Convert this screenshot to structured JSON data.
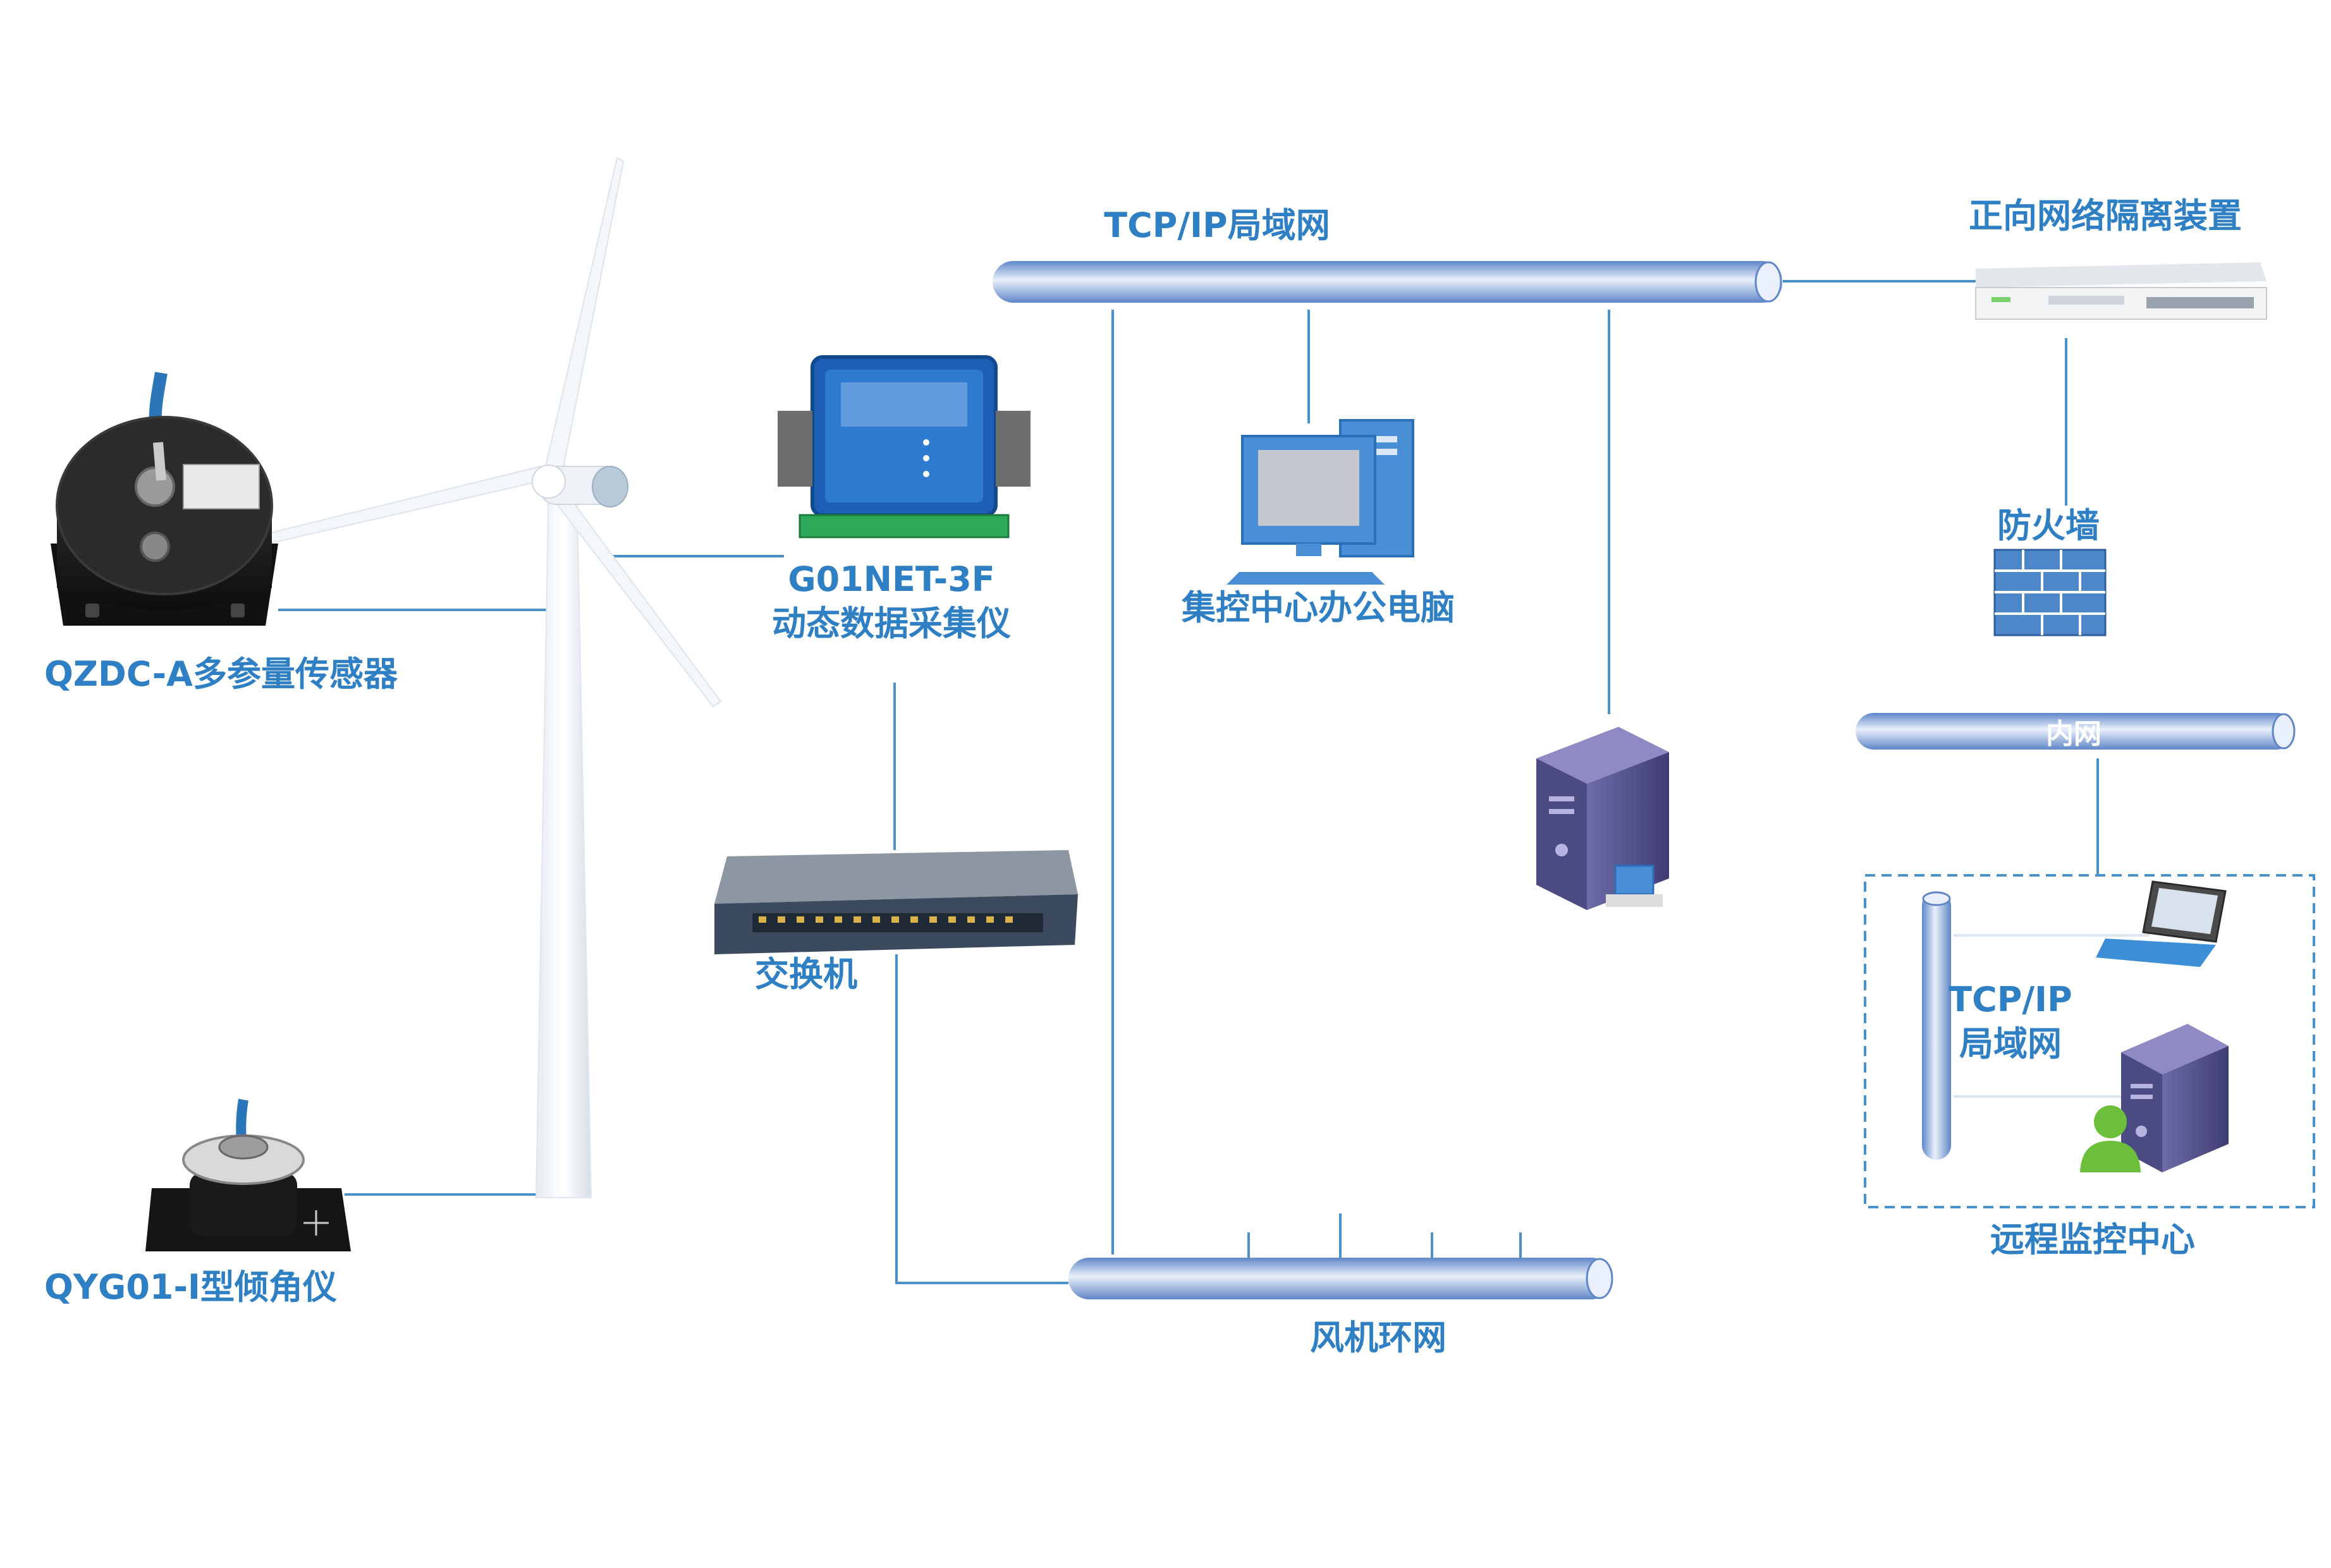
{
  "colors": {
    "line": "#4a90c9",
    "text": "#2f7fc4",
    "pipe_dark": "#5f86c7",
    "pipe_light": "#eaf1fb",
    "monitor": "#4a8fd6",
    "server": "#5b5a94",
    "firewall": "#4d86c9"
  },
  "labels": {
    "tcp_lan_top": "TCP/IP局域网",
    "isolation": "正向网络隔离装置",
    "firewall": "防火墙",
    "inner_net": "内网",
    "sensor": "QZDC-A多参量传感器",
    "collector_model": "G01NET-3F",
    "collector_name": "动态数据采集仪",
    "office_pc": "集控中心办公电脑",
    "switch": "交换机",
    "tcp_lan_remote_1": "TCP/IP",
    "tcp_lan_remote_2": "局域网",
    "remote_center": "远程监控中心",
    "wind_ring": "风机环网",
    "inclinometer": "QYG01-I型倾角仪"
  },
  "icons": {
    "sensor": "multi-parameter-sensor-icon",
    "inclinometer": "inclinometer-icon",
    "turbine": "wind-turbine-icon",
    "collector": "data-acquisition-device-icon",
    "switch": "network-switch-icon",
    "office_pc": "desktop-computer-icon",
    "server": "server-icon",
    "isolation": "isolation-device-icon",
    "firewall": "firewall-icon",
    "laptop": "laptop-icon",
    "remote_server": "server-icon",
    "user": "user-icon"
  }
}
